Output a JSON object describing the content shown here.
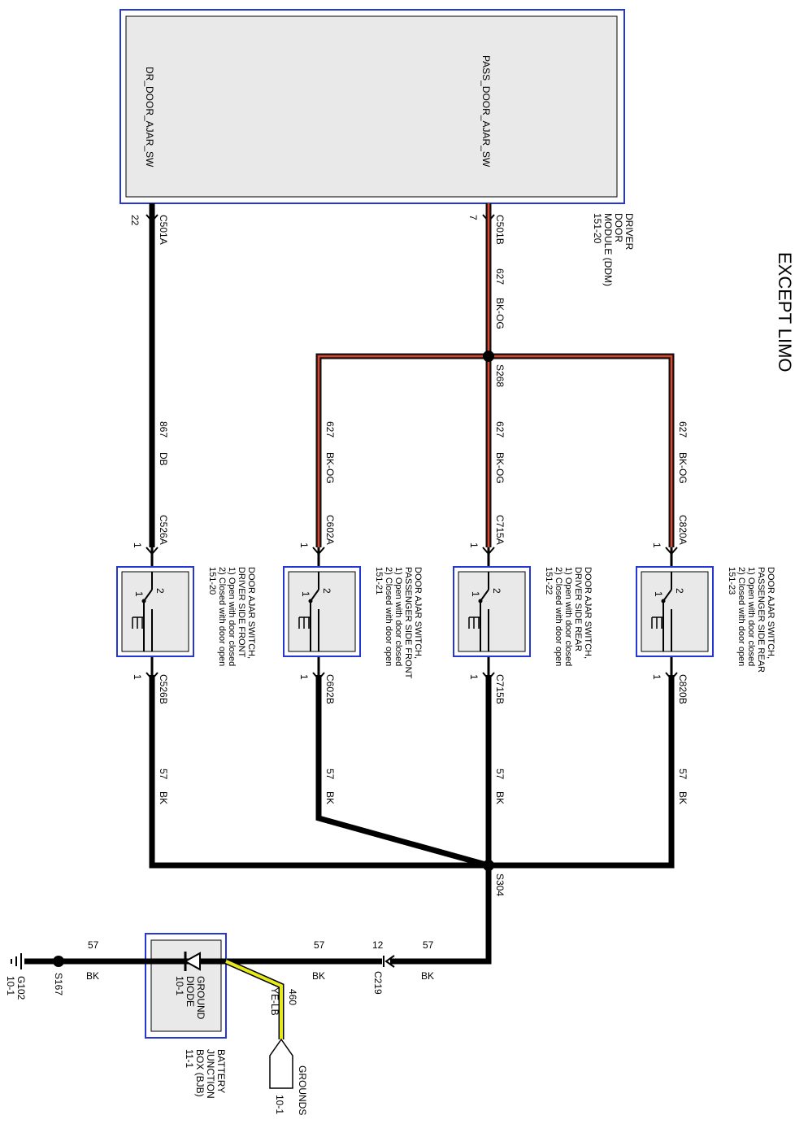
{
  "title": "EXCEPT LIMO",
  "ddm": {
    "pin_left": "DR_DOOR_AJAR_SW",
    "pin_right": "PASS_DOOR_AJAR_SW",
    "name_lines": [
      "DRIVER",
      "DOOR",
      "MODULE (DDM)",
      "151-20"
    ],
    "conn_left": "C501A",
    "conn_left_pin": "22",
    "conn_right": "C501B",
    "conn_right_pin": "7"
  },
  "wires": {
    "w867": "867",
    "w867_color": "DB",
    "w627": "627",
    "w627_color": "BK-OG",
    "w57": "57",
    "w57_color": "BK",
    "w460": "460",
    "w460_color": "YE-LB"
  },
  "splices": {
    "s268": "S268",
    "s304": "S304",
    "s167": "S167"
  },
  "switches": [
    {
      "top_conn": "C526A",
      "top_pin": "1",
      "bot_conn": "C526B",
      "bot_pin": "1",
      "lines": [
        "DOOR AJAR SWITCH,",
        "DRIVER SIDE FRONT",
        "1) Open with door closed",
        "2) Closed with door open",
        "151-20"
      ]
    },
    {
      "top_conn": "C602A",
      "top_pin": "1",
      "bot_conn": "C602B",
      "bot_pin": "1",
      "lines": [
        "DOOR AJAR SWITCH,",
        "PASSENGER SIDE FRONT",
        "1) Open with door closed",
        "2) Closed with door open",
        "151-21"
      ]
    },
    {
      "top_conn": "C715A",
      "top_pin": "1",
      "bot_conn": "C715B",
      "bot_pin": "1",
      "lines": [
        "DOOR AJAR SWITCH,",
        "DRIVER SIDE REAR",
        "1) Open with door closed",
        "2) Closed with door open",
        "151-22"
      ]
    },
    {
      "top_conn": "C820A",
      "top_pin": "1",
      "bot_conn": "C820B",
      "bot_pin": "1",
      "lines": [
        "DOOR AJAR SWITCH,",
        "PASSENGER SIDE REAR",
        "1) Open with door closed",
        "2) Closed with door open",
        "151-23"
      ]
    }
  ],
  "switch_pins": {
    "p1": "1",
    "p2": "2"
  },
  "c219": {
    "name": "C219",
    "pin": "12"
  },
  "bjb": {
    "diode_lines": [
      "GROUND",
      "DIODE",
      "10-1"
    ],
    "box_lines": [
      "BATTERY",
      "JUNCTION",
      "BOX (BJB)",
      "11-1"
    ]
  },
  "g102": {
    "name": "G102",
    "ref": "10-1"
  },
  "grounds": {
    "name": "GROUNDS",
    "ref": "10-1"
  }
}
